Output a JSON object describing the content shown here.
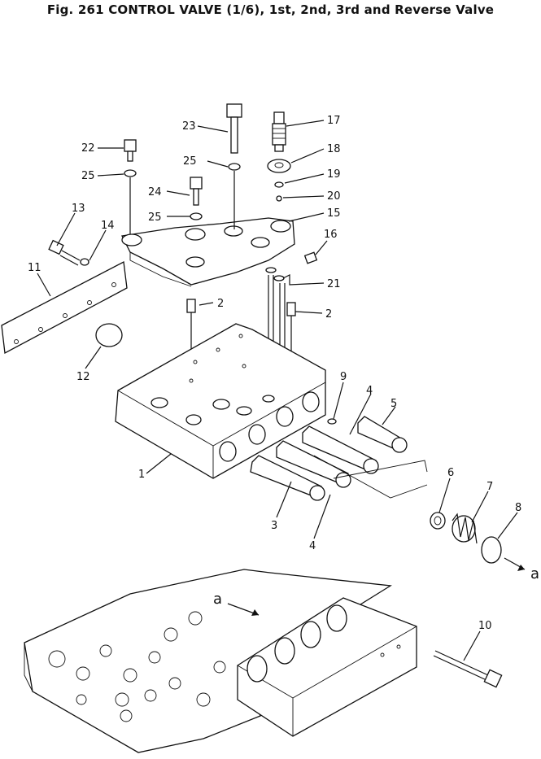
{
  "figure": {
    "title": "Fig. 261   CONTROL VALVE (1/6), 1st, 2nd, 3rd and Reverse Valve"
  },
  "callouts": [
    "1",
    "2",
    "2",
    "3",
    "4",
    "4",
    "5",
    "6",
    "7",
    "8",
    "9",
    "10",
    "11",
    "12",
    "13",
    "14",
    "15",
    "16",
    "17",
    "18",
    "19",
    "20",
    "21",
    "22",
    "23",
    "24",
    "25",
    "25",
    "25"
  ],
  "flow_labels": [
    "a",
    "a"
  ]
}
